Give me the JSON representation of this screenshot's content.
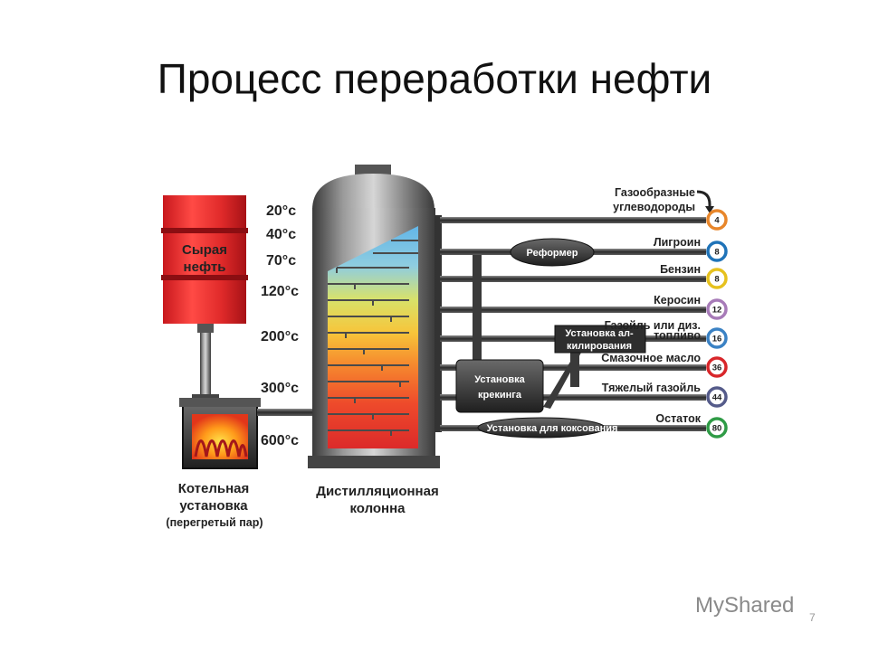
{
  "title": "Процесс переработки нефти",
  "crude": {
    "line1": "Сырая",
    "line2": "нефть"
  },
  "boiler": {
    "line1": "Котельная",
    "line2": "установка",
    "line3": "(перегретый пар)"
  },
  "column": {
    "line1": "Дистилляционная",
    "line2": "колонна"
  },
  "temperatures": [
    "20°c",
    "40°c",
    "70°c",
    "120°c",
    "200°c",
    "300°c",
    "600°c"
  ],
  "units": {
    "reformer": "Реформер",
    "alkylation_1": "Установка ал-",
    "alkylation_2": "килирования",
    "cracking_1": "Установка",
    "cracking_2": "крекинга",
    "coking": "Установка для коксования"
  },
  "products": [
    {
      "line1": "Газообразные",
      "line2": "углеводороды",
      "number": "4",
      "color": "#e8862a",
      "label_color": "#222222"
    },
    {
      "line1": "Лигроин",
      "number": "8",
      "color": "#1f73b8",
      "label_color": "#d8262a"
    },
    {
      "line1": "Бензин",
      "number": "8",
      "color": "#e6c11e",
      "label_color": "#222222"
    },
    {
      "line1": "Керосин",
      "number": "12",
      "color": "#a77bb8",
      "label_color": "#222222"
    },
    {
      "line1": "Газойль или диз.",
      "line2": "топливо",
      "number": "16",
      "color": "#3b82c4",
      "label_color": "#222222"
    },
    {
      "line1": "Смазочное масло",
      "number": "36",
      "color": "#d8262a",
      "label_color": "#222222"
    },
    {
      "line1": "Тяжелый газойль",
      "number": "44",
      "color": "#555b8a",
      "label_color": "#222222"
    },
    {
      "line1": "Остаток",
      "number": "80",
      "color": "#2f9b46",
      "label_color": "#222222"
    }
  ],
  "watermark": "MyShared",
  "page_number": "7"
}
